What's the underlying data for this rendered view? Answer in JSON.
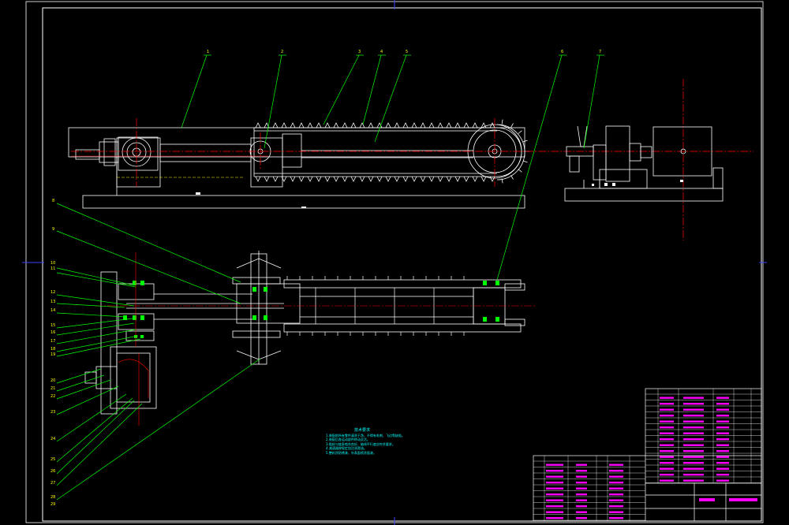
{
  "drawing": {
    "colors": {
      "background": "#000000",
      "frame": "#ffffff",
      "outline": "#ffffff",
      "center_line": "#ff0000",
      "leader": "#00ff00",
      "hidden_line": "#ffff00",
      "title_block": "#ffffff",
      "title_text": "#ff00ff",
      "notes_text": "#00ffff",
      "frame_marker": "#4040ff"
    },
    "top_view_balloons": [
      "1",
      "2",
      "3",
      "4",
      "5",
      "6",
      "7"
    ],
    "plan_view_balloons": [
      "8",
      "9",
      "10",
      "11",
      "12",
      "13",
      "14",
      "15",
      "16",
      "17",
      "18",
      "19",
      "20",
      "21",
      "22",
      "23",
      "24",
      "25",
      "26",
      "27",
      "28",
      "29"
    ],
    "notes": {
      "title": "技术要求",
      "lines": [
        "1.装配前所有零件清洗干净，不得有毛刺、飞边等缺陷。",
        "2.装配后各运动部件转动灵活。",
        "3.链轮与链条啮合良好，轴线平行度应符合要求。",
        "4.减速器按规定加注润滑油。",
        "5.整机涂防锈漆，外表面喷涂面漆。"
      ]
    }
  }
}
